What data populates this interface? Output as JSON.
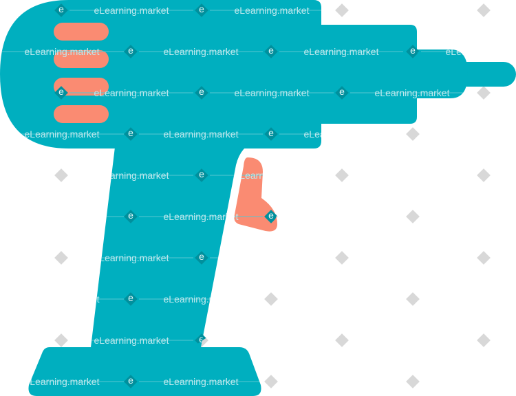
{
  "colors": {
    "background": "#ffffff",
    "drill_body": "#00afbf",
    "drill_accent": "#fa8b72",
    "watermark_light": "#d8d8d8",
    "watermark_on_body": "#00909d",
    "watermark_line_on_body": "#57c7d1"
  },
  "watermark": {
    "brand_text": "eLearning.market",
    "logo_letter": "e"
  },
  "illustration": {
    "subject": "cordless-drill-icon",
    "vent_slot_count": 4
  }
}
